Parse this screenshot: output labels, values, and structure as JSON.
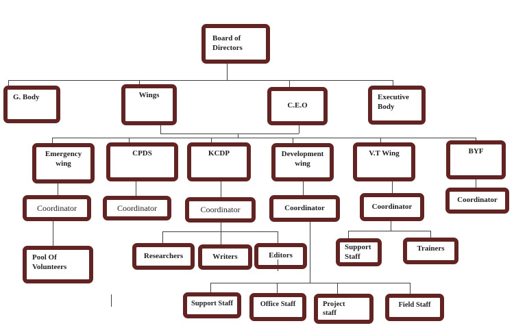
{
  "diagram": {
    "type": "org-chart",
    "colors": {
      "box_border": "#622423",
      "box_fill": "#ffffff",
      "connector": "#404040",
      "text": "#1f1f1f"
    },
    "nodes": {
      "board": {
        "label": "Board of\nDirectors"
      },
      "gbody": {
        "label": "G. Body"
      },
      "wings": {
        "label": "Wings"
      },
      "ceo": {
        "label": "C.E.O"
      },
      "exec": {
        "label": "Executive\nBody"
      },
      "emergency": {
        "label": "Emergency\nwing"
      },
      "cpds": {
        "label": "CPDS"
      },
      "kcdp": {
        "label": "KCDP"
      },
      "devwing": {
        "label": "Development\nwing"
      },
      "vtwing": {
        "label": "V.T Wing"
      },
      "byf": {
        "label": "BYF"
      },
      "coord_emergency": {
        "label": "Coordinator"
      },
      "coord_cpds": {
        "label": "Coordinator"
      },
      "coord_kcdp": {
        "label": "Coordinator"
      },
      "coord_dev": {
        "label": "Coordinator"
      },
      "coord_vt": {
        "label": "Coordinator"
      },
      "coord_byf": {
        "label": "Coordinator"
      },
      "pool": {
        "label": "Pool Of\nVolunteers"
      },
      "researchers": {
        "label": "Researchers"
      },
      "writers": {
        "label": "Writers"
      },
      "editors": {
        "label": "Editors"
      },
      "support_vt": {
        "label": "Support\nStaff"
      },
      "trainers": {
        "label": "Trainers"
      },
      "support_dev": {
        "label": "Support Staff"
      },
      "office": {
        "label": "Office Staff"
      },
      "project": {
        "label": "Project\nstaff"
      },
      "field": {
        "label": "Field Staff"
      }
    },
    "structure": [
      {
        "parent": "Board of Directors",
        "children": [
          "G. Body",
          "Wings",
          "C.E.O",
          "Executive Body"
        ]
      },
      {
        "parent": "Wings / C.E.O",
        "children": [
          "Emergency wing",
          "CPDS",
          "KCDP",
          "Development wing",
          "V.T Wing",
          "BYF"
        ]
      },
      {
        "parent": "Emergency wing",
        "children": [
          "Coordinator",
          "Pool Of Volunteers"
        ]
      },
      {
        "parent": "CPDS",
        "children": [
          "Coordinator"
        ]
      },
      {
        "parent": "KCDP",
        "children": [
          "Coordinator",
          "Researchers",
          "Writers",
          "Editors"
        ]
      },
      {
        "parent": "Development wing",
        "children": [
          "Coordinator",
          "Support Staff",
          "Office Staff",
          "Project staff",
          "Field Staff"
        ]
      },
      {
        "parent": "V.T Wing",
        "children": [
          "Coordinator",
          "Support Staff",
          "Trainers"
        ]
      },
      {
        "parent": "BYF",
        "children": [
          "Coordinator"
        ]
      }
    ]
  }
}
